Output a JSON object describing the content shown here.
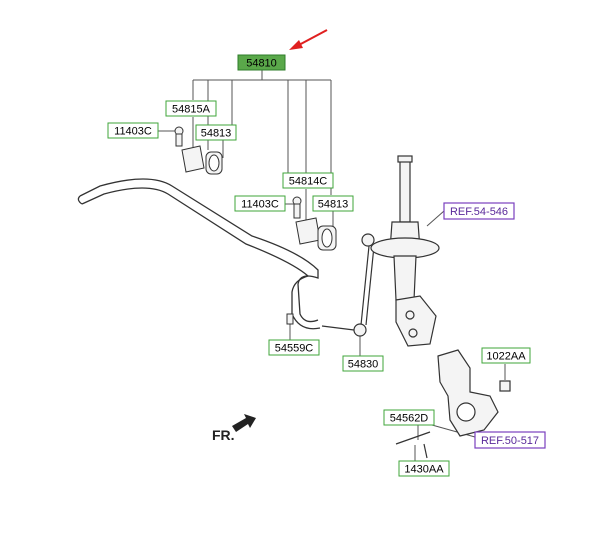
{
  "accent_colors": {
    "part_label_border": "#3fa63a",
    "highlight_fill": "#5aa84a",
    "ref_label_border": "#7a3fbf",
    "arrow_red": "#e02020",
    "line": "#555555"
  },
  "labels": {
    "main": "54810",
    "bracket_a": "54815A",
    "bolt_upper": "11403C",
    "bushing_upper": "54813",
    "bracket_c": "54814C",
    "bolt_lower": "11403C",
    "bushing_lower": "54813",
    "ref_strut": "REF.54-546",
    "bolt_link": "54559C",
    "link": "54830",
    "nut": "1022AA",
    "bolt_knuckle": "54562D",
    "ref_knuckle": "REF.50-517",
    "pin": "1430AA"
  },
  "direction_label": "FR."
}
